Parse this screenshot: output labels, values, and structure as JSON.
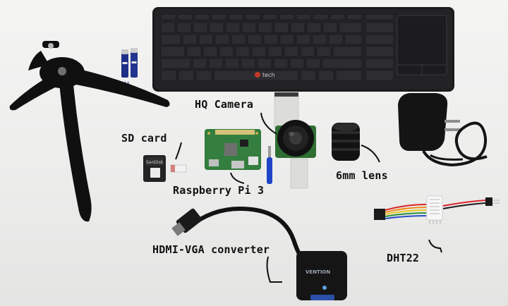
{
  "labels": {
    "sd_card": "SD card",
    "hq_camera": "HQ Camera",
    "raspberry_pi": "Raspberry Pi 3",
    "lens": "6mm lens",
    "hdmi_vga": "HDMI-VGA converter",
    "dht22": "DHT22"
  },
  "printed": {
    "keyboard_brand": "tech",
    "battery_brand": "AAA",
    "sd_brand": "SanDisk",
    "converter_brand": "VENTION"
  },
  "colors": {
    "background": "#efefee",
    "keyboard": "#1b1b1d",
    "tripod": "#101010",
    "pcb": "#2f7a3a",
    "battery": "#1d2f88",
    "ribbon": "#dcdcd8",
    "label_text": "#111111"
  }
}
